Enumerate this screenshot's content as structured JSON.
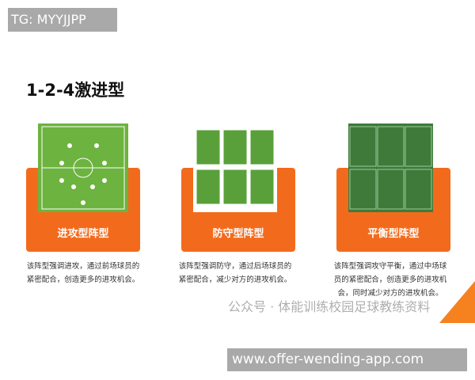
{
  "tag": "TG: MYYJJPP",
  "title": "1-2-4激进型",
  "cards": [
    {
      "label": "进攻型阵型",
      "desc": "该阵型强调进攻，通过前场球员的紧密配合，创造更多的进攻机会。"
    },
    {
      "label": "防守型阵型",
      "desc": "该阵型强调防守，通过后场球员的紧密配合，减少对方的进攻机会。"
    },
    {
      "label": "平衡型阵型",
      "desc": "该阵型强调攻守平衡，通过中场球员的紧密配合，创造更多的进攻机会，同时减少对方的进攻机会。"
    }
  ],
  "watermark": "公众号 · 体能训练校园足球教练资料",
  "url": "www.offer-wending-app.com",
  "colors": {
    "orange": "#f26b1d",
    "pitch": "#5aa03a"
  }
}
